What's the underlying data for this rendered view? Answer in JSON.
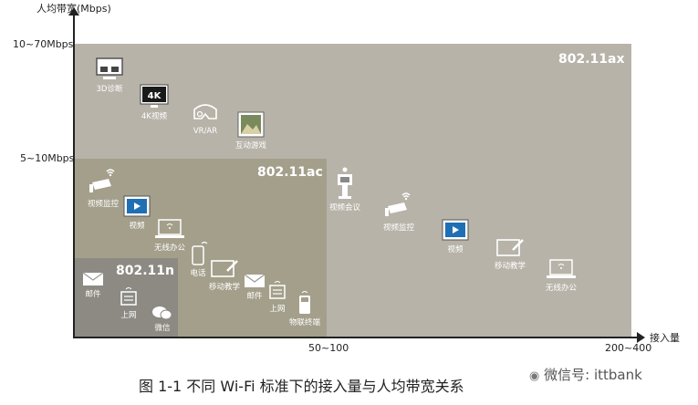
{
  "axes": {
    "y_label": "人均带宽(Mbps)",
    "x_label": "接入量",
    "y_ticks": [
      "10~70Mbps",
      "5~10Mbps"
    ],
    "x_ticks": [
      "50~100",
      "200~400"
    ]
  },
  "standards": {
    "ax": "802.11ax",
    "ac": "802.11ac",
    "n": "802.11n"
  },
  "apps": {
    "ax": [
      "3D诊断",
      "4K视频",
      "VR/AR",
      "互动游戏"
    ],
    "ac_left": [
      "视频监控",
      "视频",
      "无线办公",
      "电话",
      "移动教学",
      "邮件",
      "上网",
      "物联终端"
    ],
    "ac_right": [
      "视频会议",
      "视频监控",
      "视频",
      "移动教学",
      "无线办公"
    ],
    "n": [
      "邮件",
      "上网",
      "微信"
    ]
  },
  "caption": "图 1-1   不同 Wi-Fi 标准下的接入量与人均带宽关系",
  "watermark": "微信号: ittbank"
}
